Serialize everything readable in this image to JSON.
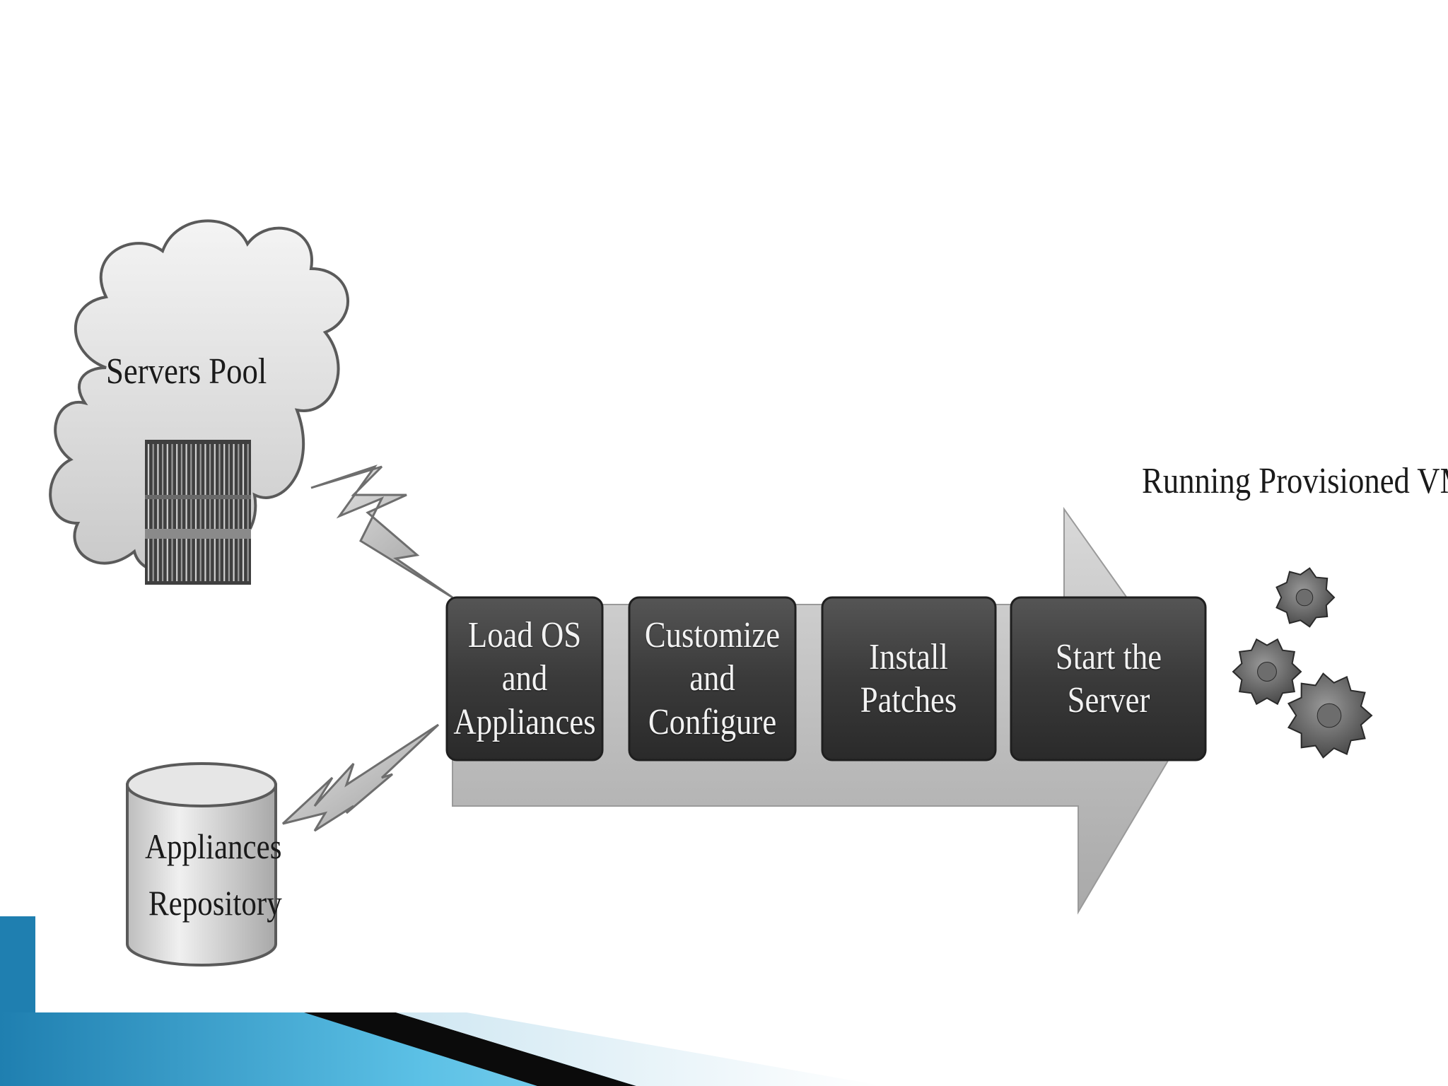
{
  "diagram": {
    "cloud_label": "Servers Pool",
    "repository_label_line1": "Appliances",
    "repository_label_line2": "Repository",
    "output_label": "Running Provisioned VM",
    "steps": [
      {
        "line1": "Load OS and",
        "line2": "Appliances"
      },
      {
        "line1": "Customize and",
        "line2": "Configure"
      },
      {
        "line1": "Install Patches",
        "line2": ""
      },
      {
        "line1": "Start the Server",
        "line2": ""
      }
    ]
  },
  "colors": {
    "step_box": "#3a3a3a",
    "arrow": "#c8c8c8",
    "accent_blue": "#2e8fb8"
  }
}
